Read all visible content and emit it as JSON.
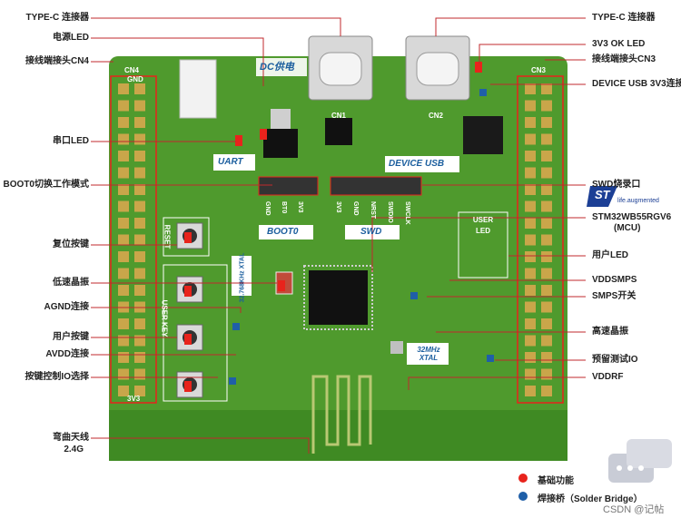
{
  "board": {
    "silk_dc": "DC供电",
    "silk_uart": "UART",
    "silk_device_usb": "DEVICE USB",
    "silk_boot0": "BOOT0",
    "silk_swd": "SWD",
    "silk_user_led": "USER LED",
    "silk_reset": "RESET",
    "silk_user_key": "USER KEY",
    "silk_32khz": "32.768KHz XTAL",
    "silk_32mhz": "32MHz XTAL",
    "silk_cn1": "CN1",
    "silk_cn2": "CN2",
    "silk_cn3": "CN3",
    "silk_cn4": "CN4",
    "silk_3v3_bottom": "3V3",
    "silk_gnd_top": "GND",
    "silk_life": "life.augmented",
    "st_logo": "ST",
    "boot_pins": [
      "GND",
      "BT0",
      "3V3"
    ],
    "swd_pins": [
      "3V3",
      "GND",
      "NRST",
      "SWDIO",
      "SWCLK"
    ]
  },
  "labels_left": [
    {
      "id": "type-c-left",
      "text": "TYPE-C 连接器"
    },
    {
      "id": "power-led",
      "text": "电源LED"
    },
    {
      "id": "cn4",
      "text": "接线端接头CN4"
    },
    {
      "id": "uart-led",
      "text": "串口LED"
    },
    {
      "id": "boot0",
      "text": "BOOT0切换工作模式"
    },
    {
      "id": "reset-key",
      "text": "复位按键"
    },
    {
      "id": "lse",
      "text": "低速晶振"
    },
    {
      "id": "agnd",
      "text": "AGND连接"
    },
    {
      "id": "user-key",
      "text": "用户按键"
    },
    {
      "id": "avdd",
      "text": "AVDD连接"
    },
    {
      "id": "key-io",
      "text": "按键控制IO选择"
    },
    {
      "id": "antenna",
      "text": "弯曲天线"
    },
    {
      "id": "antenna-freq",
      "text": "2.4G"
    }
  ],
  "labels_right": [
    {
      "id": "type-c-right",
      "text": "TYPE-C 连接器"
    },
    {
      "id": "3v3-ok-led",
      "text": "3V3 OK LED"
    },
    {
      "id": "cn3",
      "text": "接线端接头CN3"
    },
    {
      "id": "device-usb-3v3",
      "text": "DEVICE USB 3V3连接"
    },
    {
      "id": "swd",
      "text": "SWD烧录口"
    },
    {
      "id": "mcu",
      "text": "STM32WB55RGV6"
    },
    {
      "id": "mcu-sub",
      "text": "(MCU)"
    },
    {
      "id": "user-led",
      "text": "用户LED"
    },
    {
      "id": "vddsmps",
      "text": "VDDSMPS"
    },
    {
      "id": "smps-switch",
      "text": "SMPS开关"
    },
    {
      "id": "hse",
      "text": "高速晶振"
    },
    {
      "id": "reserved-io",
      "text": "预留测试IO"
    },
    {
      "id": "vddrf",
      "text": "VDDRF"
    }
  ],
  "legend": {
    "basic": "基础功能",
    "solder": "焊接桥（Solder Bridge）"
  },
  "colors": {
    "red_marker": "#e8231c",
    "blue_marker": "#1f5fa8",
    "pcb": "#4f9a2d",
    "line": "#c0282d"
  },
  "watermark": "CSDN @记帖"
}
